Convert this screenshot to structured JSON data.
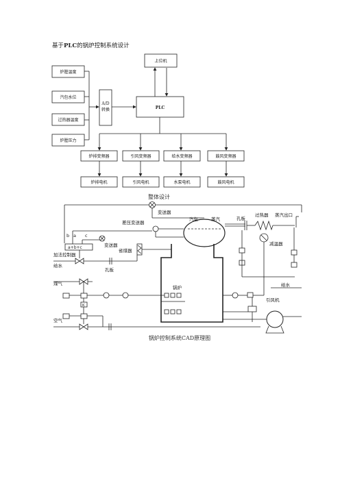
{
  "heading": {
    "prefix": "基于",
    "bold": "PLC",
    "suffix": "的锅炉控制系统设计"
  },
  "block_diagram": {
    "host": "上位机",
    "plc": "PLC",
    "ad": [
      "A/D",
      "转换"
    ],
    "sensors": [
      "炉膛温度",
      "汽包水位",
      "过热器温度",
      "炉膛压力"
    ],
    "inverters": [
      "炉排变频器",
      "引风变频器",
      "给水变频器",
      "鼓风变频器"
    ],
    "motors": [
      "炉排电机",
      "引风电机",
      "水泵电机",
      "鼓风电机"
    ],
    "caption": "整体设计"
  },
  "cad_diagram": {
    "labels": {
      "transmitter_top": "变送器",
      "steam_pressure_transmitter": "差压变送器",
      "drum": "汽包",
      "steam": "蒸汽",
      "orifice_top": "孔板",
      "superheater": "过热器",
      "steam_outlet": "蒸汽出口",
      "desuperheater": "减温器",
      "b": "b",
      "a": "a",
      "c": "c",
      "abc": "a+b+c",
      "add_control": "加法控制器",
      "transmitter_mid": "变送器",
      "economizer": "省煤器",
      "feedwater_left": "给水",
      "orifice_bottom": "孔板",
      "coal": "煤气",
      "boiler": "锅炉",
      "feedwater_right": "给水",
      "draft_fan": "引风机",
      "air": "空气",
      "k": "K"
    },
    "caption": "锅炉控制系统CAD原理图"
  }
}
